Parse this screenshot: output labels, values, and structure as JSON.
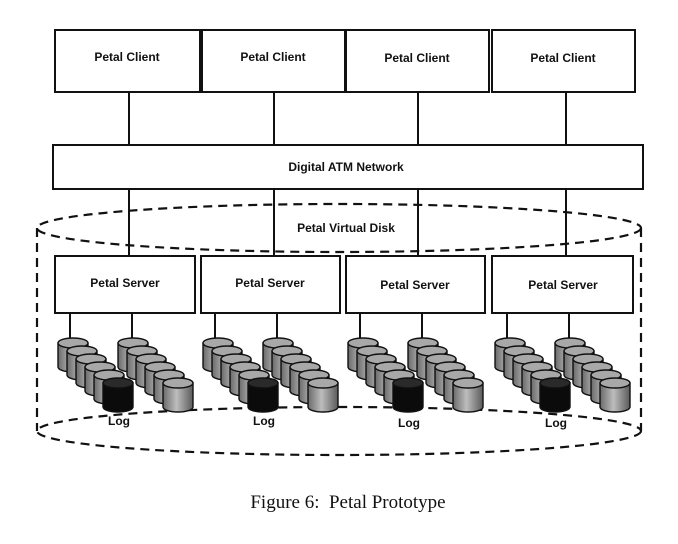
{
  "clients": [
    "Petal Client",
    "Petal Client",
    "Petal Client",
    "Petal Client"
  ],
  "network": "Digital ATM Network",
  "virtual_disk": "Petal Virtual Disk",
  "servers": [
    "Petal Server",
    "Petal Server",
    "Petal Server",
    "Petal Server"
  ],
  "log_label": "Log",
  "caption": "Figure 6:  Petal Prototype"
}
